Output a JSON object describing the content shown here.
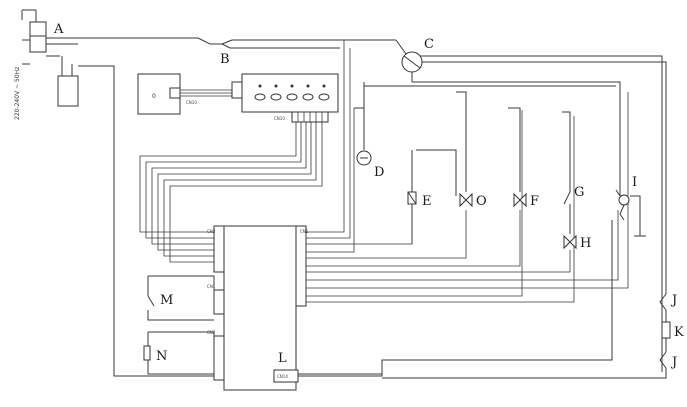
{
  "supply_label": "220-240V ~ 50Hz",
  "labels": {
    "A": "A",
    "B": "B",
    "C": "C",
    "D": "D",
    "E": "E",
    "O": "O",
    "F": "F",
    "G": "G",
    "H": "H",
    "I": "I",
    "J1": "J",
    "K": "K",
    "J2": "J",
    "L": "L",
    "M": "M",
    "N": "N"
  },
  "connectors": {
    "display": "CN10",
    "panel": "CN10",
    "pcb_top": "CN3",
    "pcb_right": "CN1",
    "pcb_mid": "CN1",
    "pcb_low": "CN2",
    "pcb_l": "CN14",
    "panel_btn": "0"
  }
}
